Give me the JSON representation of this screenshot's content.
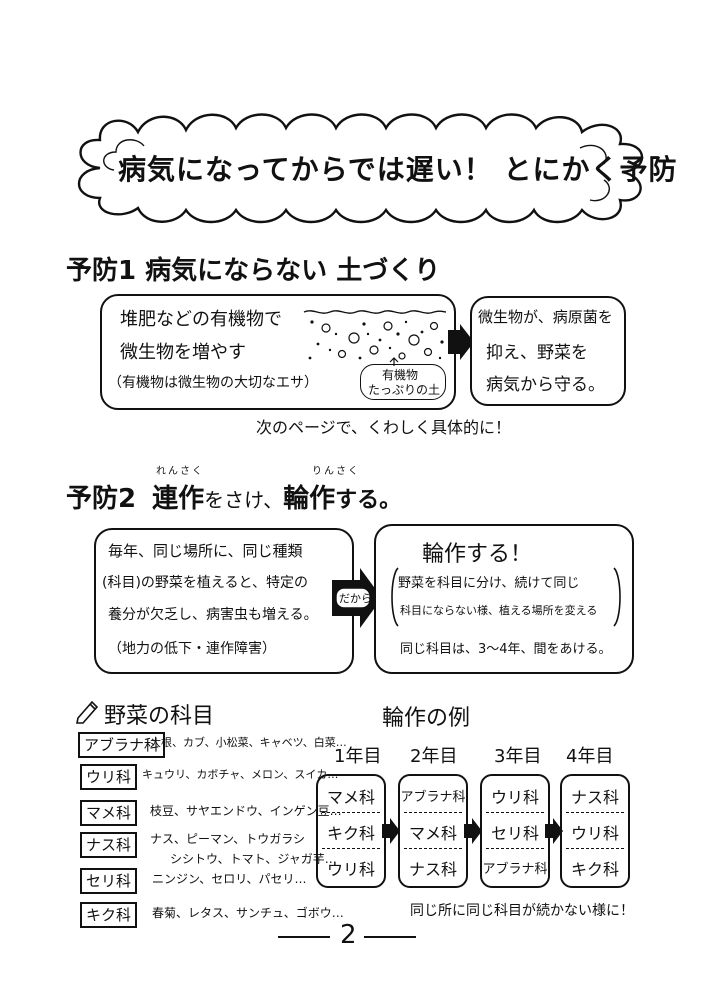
{
  "banner": {
    "title": "病気になってからでは遅い！ とにかく予防"
  },
  "section1": {
    "heading": "予防1 病気にならない 土づくり",
    "box_left_line1": "堆肥などの有機物で",
    "box_left_line2": "微生物を増やす",
    "box_left_note": "（有機物は微生物の大切なエサ）",
    "soil_label_line1": "有機物",
    "soil_label_line2": "たっぷりの土",
    "box_right_line1": "微生物が、病原菌を",
    "box_right_line2": "抑え、野菜を",
    "box_right_line3": "病気から守る。",
    "next_page_note": "次のページで、くわしく具体的に！"
  },
  "section2": {
    "heading_prefix": "予防2",
    "heading_word1": "連作",
    "heading_mid": "をさけ、",
    "heading_word2": "輪作",
    "heading_suffix": "する。",
    "ruby_word1": "れんさく",
    "ruby_word2": "りんさく",
    "box_left_line1": "毎年、同じ場所に、同じ種類",
    "box_left_line2": "(科目)の野菜を植えると、特定の",
    "box_left_line3": "養分が欠乏し、病害虫も増える。",
    "box_left_note": "（地力の低下・連作障害）",
    "arrow_label": "だから",
    "box_right_title": "輪作する！",
    "box_right_line1": "野菜を科目に分け、続けて同じ",
    "box_right_line2": "科目にならない様、植える場所を変える",
    "box_right_line3": "同じ科目は、3〜4年、間をあける。"
  },
  "kamoku": {
    "title": "野菜の科目",
    "rows": [
      {
        "label": "アブラナ科",
        "items": "大根、カブ、小松菜、キャベツ、白菜…"
      },
      {
        "label": "ウリ科",
        "items": "キュウリ、カボチャ、メロン、スイカ…"
      },
      {
        "label": "マメ科",
        "items": "枝豆、サヤエンドウ、インゲン豆…"
      },
      {
        "label": "ナス科",
        "items": "ナス、ピーマン、トウガラシ"
      },
      {
        "label": "",
        "items": "シシトウ、トマト、ジャガ芋…"
      },
      {
        "label": "セリ科",
        "items": "ニンジン、セロリ、パセリ…"
      },
      {
        "label": "キク科",
        "items": "春菊、レタス、サンチュ、ゴボウ…"
      }
    ]
  },
  "rotation": {
    "title": "輪作の例",
    "years": [
      {
        "label": "1年目",
        "cells": [
          "マメ科",
          "キク科",
          "ウリ科"
        ]
      },
      {
        "label": "2年目",
        "cells": [
          "アブラナ科",
          "マメ科",
          "ナス科"
        ]
      },
      {
        "label": "3年目",
        "cells": [
          "ウリ科",
          "セリ科",
          "アブラナ科"
        ]
      },
      {
        "label": "4年目",
        "cells": [
          "ナス科",
          "ウリ科",
          "キク科"
        ]
      }
    ],
    "footer_note": "同じ所に同じ科目が続かない様に！"
  },
  "page_number": "2"
}
